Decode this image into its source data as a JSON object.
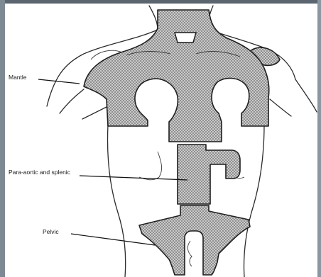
{
  "figure": {
    "labels": {
      "mantle": "Mantle",
      "para_aortic": "Para-aortic and splenic",
      "pelvic": "Pelvic"
    }
  },
  "colors": {
    "frame": "#7d8a94",
    "field_fill": "#c8c8c8",
    "outline": "#2b2b2b"
  }
}
